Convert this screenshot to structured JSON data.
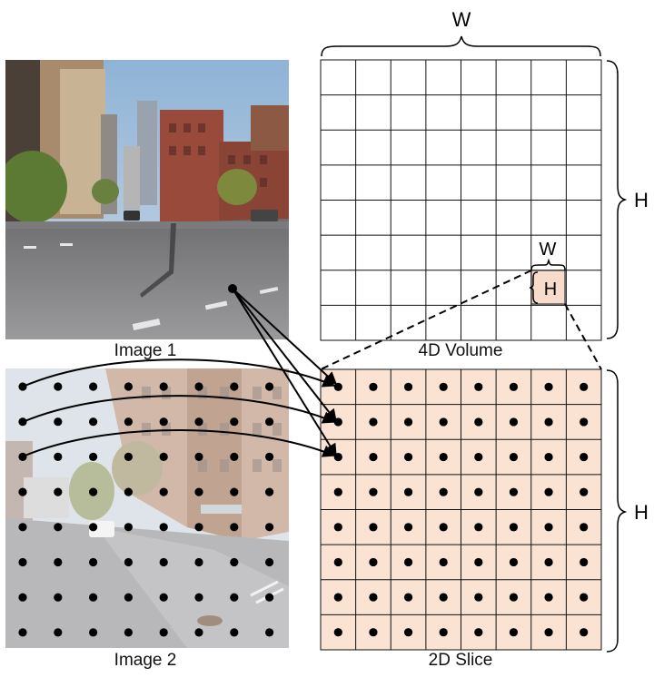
{
  "image1": {
    "caption": "Image 1"
  },
  "image2": {
    "caption": "Image 2"
  },
  "volume": {
    "caption": "4D Volume",
    "width_label": "W",
    "height_label": "H",
    "grid_size": 8
  },
  "cell": {
    "width_label": "W",
    "height_label": "H",
    "fill": "#f8dccb"
  },
  "slice": {
    "caption": "2D Slice",
    "height_label": "H",
    "grid_size": 8,
    "fill": "#fbe3d4"
  },
  "image2_grid": {
    "rows": 8,
    "cols": 8
  },
  "colors": {
    "line": "#000000",
    "grid": "#111111"
  }
}
